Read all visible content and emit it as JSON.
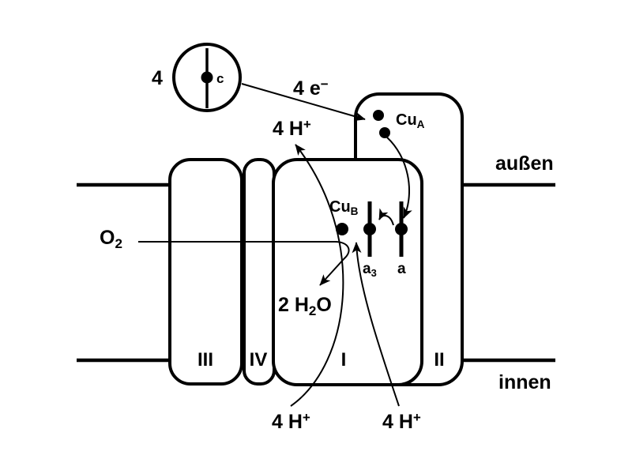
{
  "colors": {
    "ink": "#000000",
    "background": "#ffffff"
  },
  "labels": {
    "cyt_c_count": "4",
    "cyt_c": "c",
    "electrons": {
      "base": "4 e",
      "sup": "−"
    },
    "protons_pumped": {
      "base": "4 H",
      "sup": "+"
    },
    "cu_a": {
      "base": "Cu",
      "sub": "A"
    },
    "cu_b": {
      "base": "Cu",
      "sub": "B"
    },
    "heme_a": "a",
    "heme_a3": {
      "base": "a",
      "sub": "3"
    },
    "oxygen": {
      "base": "O",
      "sub": "2"
    },
    "water": {
      "pre": "2 H",
      "sub": "2",
      "post": "O"
    },
    "protons_in_left": {
      "base": "4 H",
      "sup": "+"
    },
    "protons_in_right": {
      "base": "4 H",
      "sup": "+"
    },
    "side_outer": "außen",
    "side_inner": "innen",
    "subunits": {
      "iii": "III",
      "iv": "IV",
      "i": "I",
      "ii": "II"
    }
  }
}
